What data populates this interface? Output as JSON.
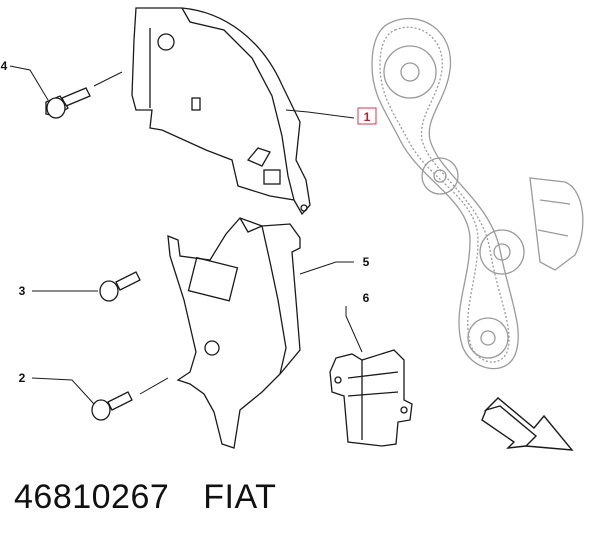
{
  "callouts": {
    "c1": "1",
    "c2": "2",
    "c3": "3",
    "c4": "4",
    "c5": "5",
    "c6": "6"
  },
  "caption": {
    "part_number": "46810267",
    "brand": "FIAT"
  },
  "colors": {
    "line": "#1a1a1a",
    "highlight": "#d63a4a",
    "background": "#ffffff"
  }
}
